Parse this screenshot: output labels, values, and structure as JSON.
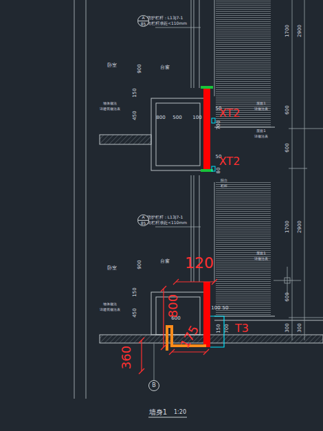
{
  "diagram": {
    "title": "墙身1",
    "nodes": [
      {
        "text": [
          "A",
          "85"
        ]
      },
      {
        "text": [
          "A",
          "85"
        ]
      },
      {
        "text": [
          "B"
        ]
      }
    ],
    "labels": [
      "防护栏杆：L13J7-1",
      "竖向栏杆净距<110mm",
      "卧室",
      "台窗",
      "900",
      "150",
      "450",
      "墙体做法",
      "详建筑做法表",
      "800",
      "500",
      "100",
      "50",
      "XT2",
      "700",
      "50",
      "XT2",
      "80",
      "阳台",
      "栏杆",
      "屋面1",
      "详做法表",
      "屋面1",
      "详做法表",
      "1700",
      "2900",
      "600",
      "600",
      "1700",
      "2900",
      "600",
      "300",
      "300",
      "防护栏杆：L13J7-1",
      "竖向栏杆净距<110mm",
      "卧室",
      "台窗",
      "900",
      "150",
      "450",
      "墙体做法",
      "详建筑做法表",
      "600",
      "100",
      "50",
      "T3",
      "150",
      "700",
      "屋面1",
      "详做法表",
      "120",
      "800",
      "175",
      "360",
      "1:20"
    ]
  }
}
